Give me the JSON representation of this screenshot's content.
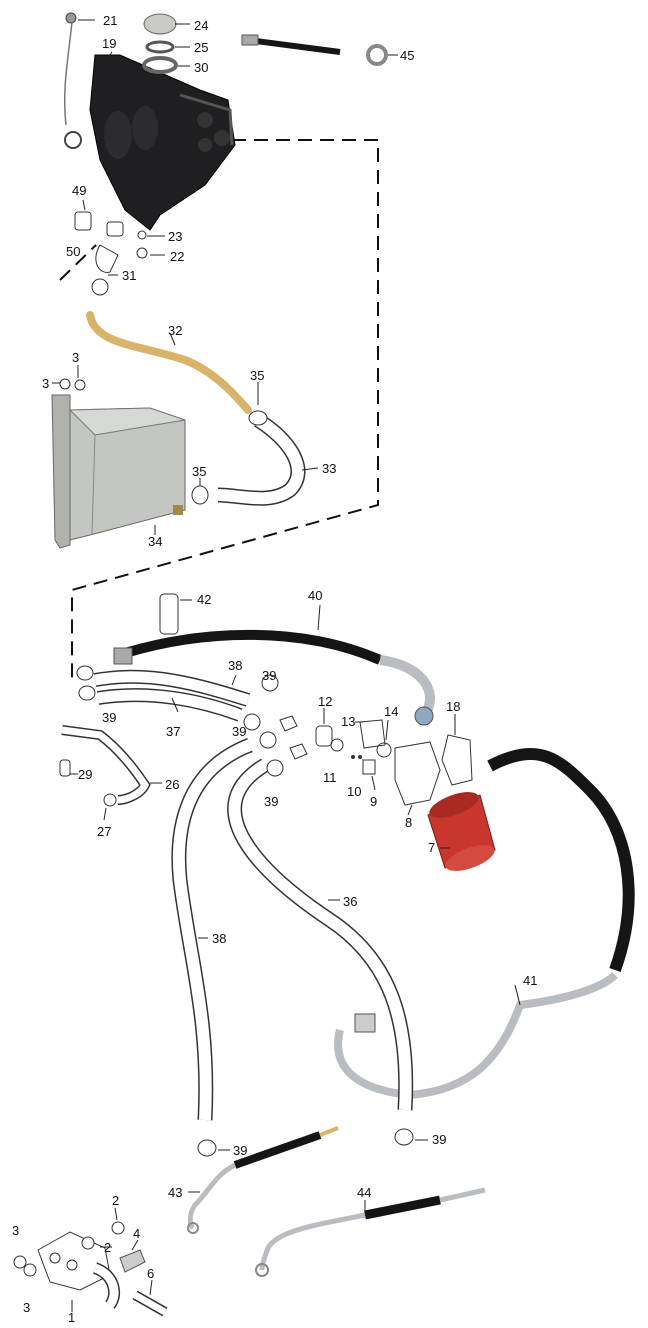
{
  "callouts": {
    "c1": "1",
    "c2a": "2",
    "c2b": "2",
    "c3a": "3",
    "c3b": "3",
    "c3c": "3",
    "c3d": "3",
    "c4": "4",
    "c6": "6",
    "c7": "7",
    "c8": "8",
    "c9": "9",
    "c10": "10",
    "c11": "11",
    "c12": "12",
    "c13": "13",
    "c14": "14",
    "c18": "18",
    "c19": "19",
    "c21": "21",
    "c22": "22",
    "c23": "23",
    "c24": "24",
    "c25": "25",
    "c26": "26",
    "c27": "27",
    "c29": "29",
    "c30": "30",
    "c31": "31",
    "c32": "32",
    "c33": "33",
    "c34": "34",
    "c35a": "35",
    "c35b": "35",
    "c36": "36",
    "c37": "37",
    "c38a": "38",
    "c38b": "38",
    "c39a": "39",
    "c39b": "39",
    "c39c": "39",
    "c39d": "39",
    "c39e": "39",
    "c39f": "39",
    "c40": "40",
    "c41": "41",
    "c42": "42",
    "c43": "43",
    "c44": "44",
    "c45": "45",
    "c49": "49",
    "c50": "50"
  },
  "colors": {
    "tank": "#1f1f21",
    "rubber": "#151515",
    "steel": "#b9bcc0",
    "filter": "#c8362d",
    "aluminum": "#c4c6c2",
    "brass": "#d8b36a",
    "outline": "#333333"
  }
}
